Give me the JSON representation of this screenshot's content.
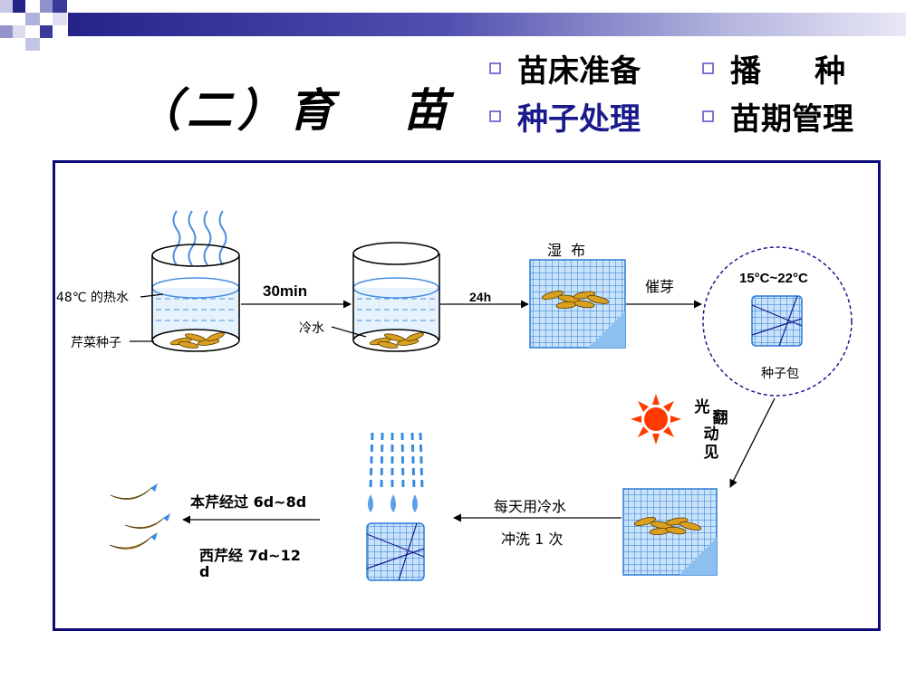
{
  "slide_title": "（二）育   苗",
  "menu": [
    {
      "label": "苗床准备",
      "active": false
    },
    {
      "label": "播     种",
      "active": false
    },
    {
      "label": "种子处理",
      "active": true
    },
    {
      "label": "苗期管理",
      "active": false
    }
  ],
  "diagram": {
    "hot_water_label": "48℃ 的热水",
    "seed_label": "芹菜种子",
    "step1_time": "30min",
    "cold_water_label": "冷水",
    "step2_time": "24h",
    "wet_cloth_label": "湿  布",
    "germinate_label": "催芽",
    "temperature_label": "15°C~22°C",
    "seed_bag_label": "种子包",
    "light_turn_col1": "光",
    "light_turn_col2": "翻",
    "light_turn_col3": "动见",
    "daily_rinse_line1": "每天用冷水",
    "daily_rinse_line2": "冲洗 1 次",
    "native_celery_text": "本芹经过 6d~8d",
    "western_celery_line1": "西芹经 7d~12",
    "western_celery_line2": "d"
  },
  "colors": {
    "frame": "#0a0a78",
    "grid": "#2a7ad6",
    "seed": "#d9a020",
    "sun": "#ff3a00",
    "water": "#5aa0e8"
  }
}
